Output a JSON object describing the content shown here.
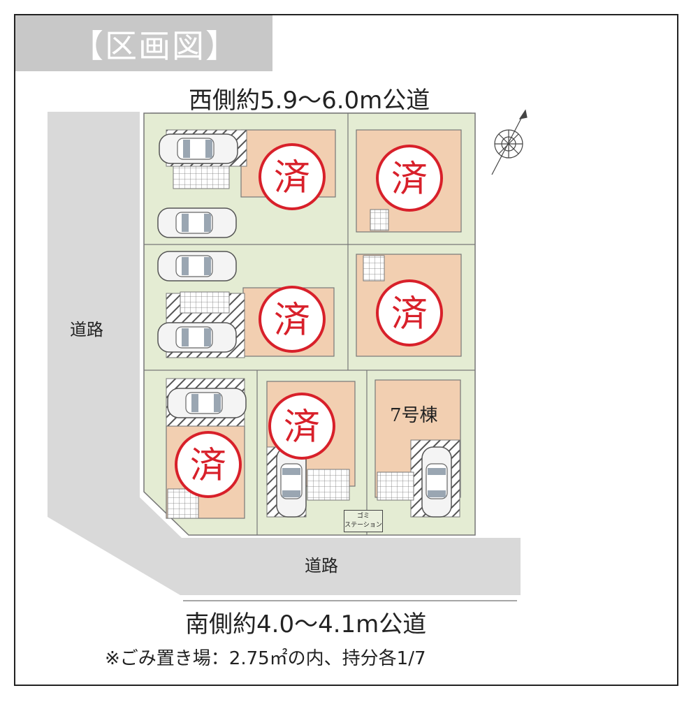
{
  "header": {
    "title": "【区画図】"
  },
  "roads": {
    "west_label": "西側約5.9～6.0m公道",
    "south_label": "南側約4.0～4.1m公道",
    "left_road": "道路",
    "bottom_road": "道路"
  },
  "garbage": {
    "station_label_line1": "ゴミ",
    "station_label_line2": "ステーション",
    "note": "※ごみ置き場：2.75㎡の内、持分各1/7"
  },
  "lots": {
    "sold_mark": "済",
    "lot7_label": "7号棟"
  },
  "colors": {
    "lot_green": "#e4ecd3",
    "house_peach": "#f2cfb1",
    "sold_red": "#d8202a",
    "road_gray": "#d9d9d9"
  }
}
